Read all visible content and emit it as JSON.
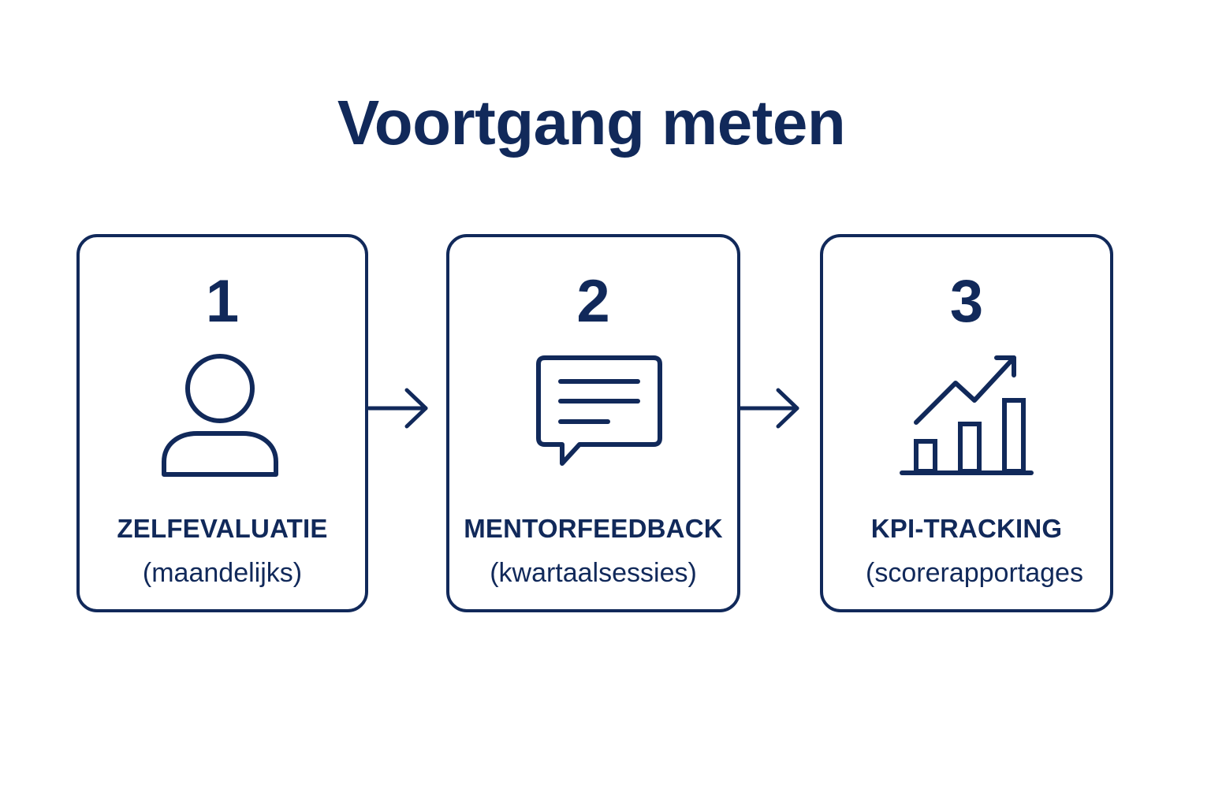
{
  "title": "Voortgang meten",
  "steps": [
    {
      "number": "1",
      "label": "ZELFEVALUATIE",
      "sub": "(maandelijks)",
      "icon": "person-icon"
    },
    {
      "number": "2",
      "label": "MENTORFEEDBACK",
      "sub": "(kwartaalsessies)",
      "icon": "speech-bubble-icon"
    },
    {
      "number": "3",
      "label": "KPI-TRACKING",
      "sub": "(scorerapportages",
      "icon": "bar-chart-trend-icon"
    }
  ],
  "colors": {
    "ink": "#11295a"
  }
}
